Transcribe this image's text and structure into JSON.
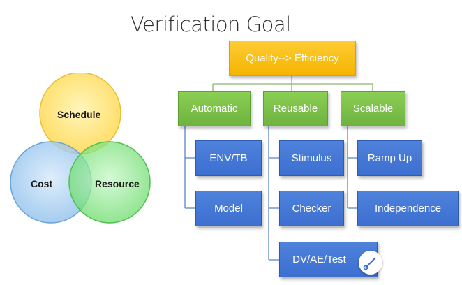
{
  "title": "Verification Goal",
  "venn": {
    "top": "Schedule",
    "left": "Cost",
    "right": "Resource",
    "colors": {
      "top": "#ffe066",
      "left": "#9cc8ee",
      "right": "#7fe07f"
    }
  },
  "root": "Quality--> Efficiency",
  "branches": [
    {
      "label": "Automatic",
      "children": [
        "ENV/TB",
        "Model"
      ]
    },
    {
      "label": "Reusable",
      "children": [
        "Stimulus",
        "Checker",
        "DV/AE/Test"
      ]
    },
    {
      "label": "Scalable",
      "children": [
        "Ramp Up",
        "Independence"
      ]
    }
  ],
  "colors": {
    "root": "#f4b400",
    "branch": "#6db33f",
    "leaf": "#3f72d2",
    "connector": "#7aa04a"
  },
  "overlay": {
    "icon": "pen-tool-icon"
  }
}
